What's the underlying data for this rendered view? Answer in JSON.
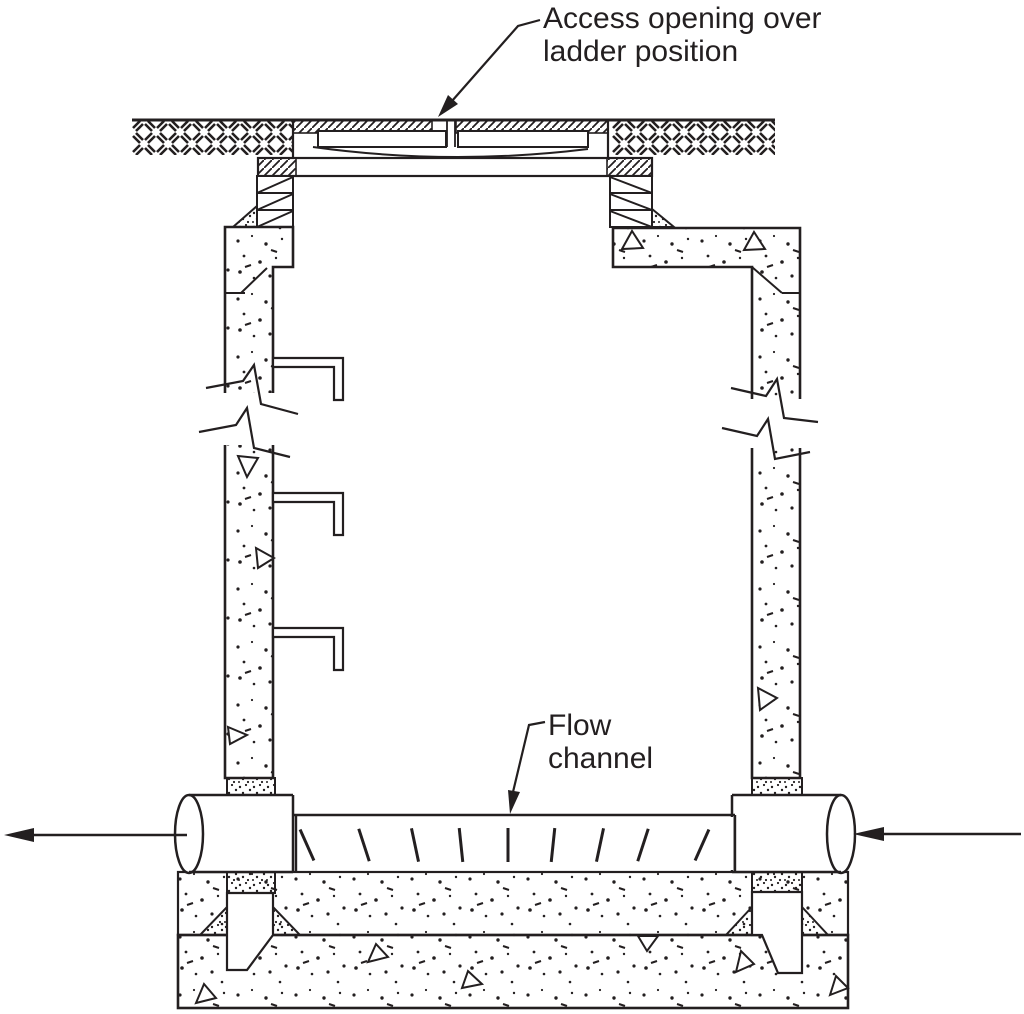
{
  "figure": {
    "type": "technical-section-diagram",
    "subject": "Manhole access chamber cross-section"
  },
  "labels": {
    "access_opening": {
      "line1": "Access opening over",
      "line2": "ladder position"
    },
    "flow_channel": {
      "line1": "Flow",
      "line2": "channel"
    }
  },
  "icons": {
    "left_arrow": "flow-direction-out-left",
    "right_arrow": "flow-direction-in-right",
    "leader_arrows": "label-leader-arrowheads"
  },
  "colors": {
    "ink": "#231f20",
    "paper": "#ffffff"
  }
}
